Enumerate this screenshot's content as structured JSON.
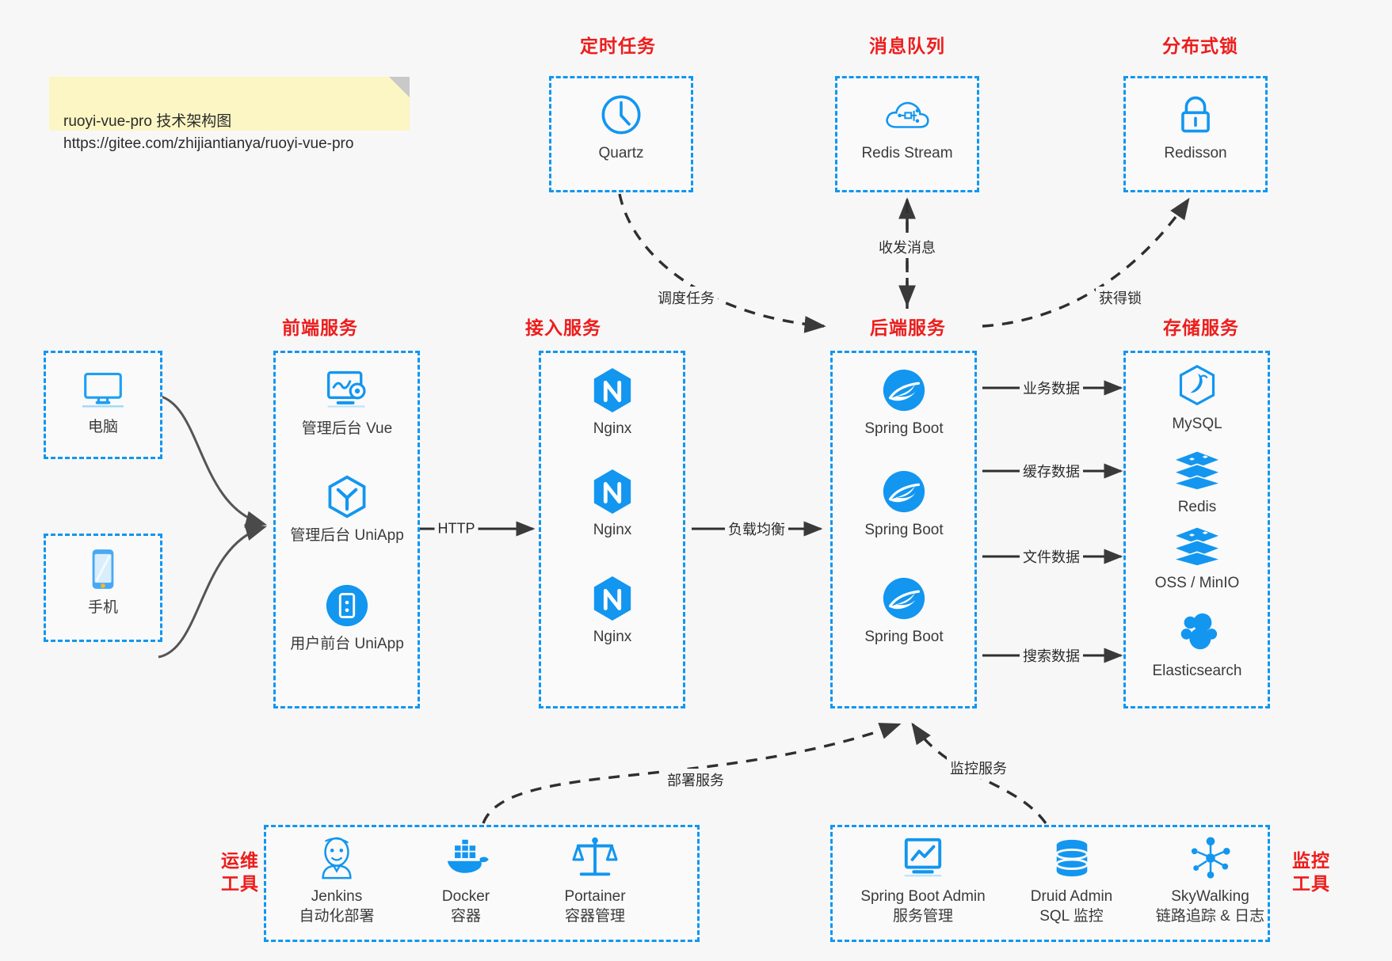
{
  "note": {
    "name": "sticky-note",
    "text": "ruoyi-vue-pro 技术架构图\nhttps://gitee.com/zhijiantianya/ruoyi-vue-pro"
  },
  "colors": {
    "accent_blue": "#1296f0",
    "title_red": "#ee1c1c",
    "note_yellow": "#fbf6c4",
    "background": "#f7f7f7",
    "edge_dark": "#3a3a3a"
  },
  "groups": {
    "scheduler": {
      "title": "定时任务",
      "nodes": [
        {
          "label": "Quartz",
          "icon": "clock-icon"
        }
      ]
    },
    "message_queue": {
      "title": "消息队列",
      "nodes": [
        {
          "label": "Redis Stream",
          "icon": "cloud-stream-icon"
        }
      ]
    },
    "distributed_lock": {
      "title": "分布式锁",
      "nodes": [
        {
          "label": "Redisson",
          "icon": "lock-icon"
        }
      ]
    },
    "clients": {
      "nodes": [
        {
          "label": "电脑",
          "icon": "desktop-icon"
        },
        {
          "label": "手机",
          "icon": "mobile-icon"
        }
      ]
    },
    "frontend": {
      "title": "前端服务",
      "nodes": [
        {
          "label": "管理后台 Vue",
          "icon": "dashboard-gear-icon"
        },
        {
          "label": "管理后台 UniApp",
          "icon": "cube-icon"
        },
        {
          "label": "用户前台 UniApp",
          "icon": "app-circle-icon"
        }
      ]
    },
    "gateway": {
      "title": "接入服务",
      "nodes": [
        {
          "label": "Nginx",
          "icon": "nginx-icon"
        },
        {
          "label": "Nginx",
          "icon": "nginx-icon"
        },
        {
          "label": "Nginx",
          "icon": "nginx-icon"
        }
      ]
    },
    "backend": {
      "title": "后端服务",
      "nodes": [
        {
          "label": "Spring Boot",
          "icon": "spring-leaf-icon"
        },
        {
          "label": "Spring Boot",
          "icon": "spring-leaf-icon"
        },
        {
          "label": "Spring Boot",
          "icon": "spring-leaf-icon"
        }
      ]
    },
    "storage": {
      "title": "存储服务",
      "nodes": [
        {
          "label": "MySQL",
          "icon": "mysql-dolphin-icon"
        },
        {
          "label": "Redis",
          "icon": "redis-stack-icon"
        },
        {
          "label": "OSS / MinIO",
          "icon": "redis-stack-icon"
        },
        {
          "label": "Elasticsearch",
          "icon": "elasticsearch-icon"
        }
      ]
    },
    "devops": {
      "title": "运维\n工具",
      "nodes": [
        {
          "label": "Jenkins\n自动化部署",
          "icon": "jenkins-butler-icon"
        },
        {
          "label": "Docker\n容器",
          "icon": "docker-whale-icon"
        },
        {
          "label": "Portainer\n容器管理",
          "icon": "scales-icon"
        }
      ]
    },
    "monitoring": {
      "title": "监控\n工具",
      "nodes": [
        {
          "label": "Spring Boot Admin\n服务管理",
          "icon": "monitor-chart-icon"
        },
        {
          "label": "Druid Admin\nSQL 监控",
          "icon": "database-icon"
        },
        {
          "label": "SkyWalking\n链路追踪 & 日志",
          "icon": "skywalking-icon"
        }
      ]
    }
  },
  "edges": [
    {
      "name": "http-edge",
      "label": "HTTP"
    },
    {
      "name": "load-balance-edge",
      "label": "负载均衡"
    },
    {
      "name": "schedule-task-edge",
      "label": "调度任务"
    },
    {
      "name": "send-receive-message-edge",
      "label": "收发消息"
    },
    {
      "name": "acquire-lock-edge",
      "label": "获得锁"
    },
    {
      "name": "business-data-edge",
      "label": "业务数据"
    },
    {
      "name": "cache-data-edge",
      "label": "缓存数据"
    },
    {
      "name": "file-data-edge",
      "label": "文件数据"
    },
    {
      "name": "search-data-edge",
      "label": "搜索数据"
    },
    {
      "name": "deploy-service-edge",
      "label": "部署服务"
    },
    {
      "name": "monitor-service-edge",
      "label": "监控服务"
    }
  ]
}
